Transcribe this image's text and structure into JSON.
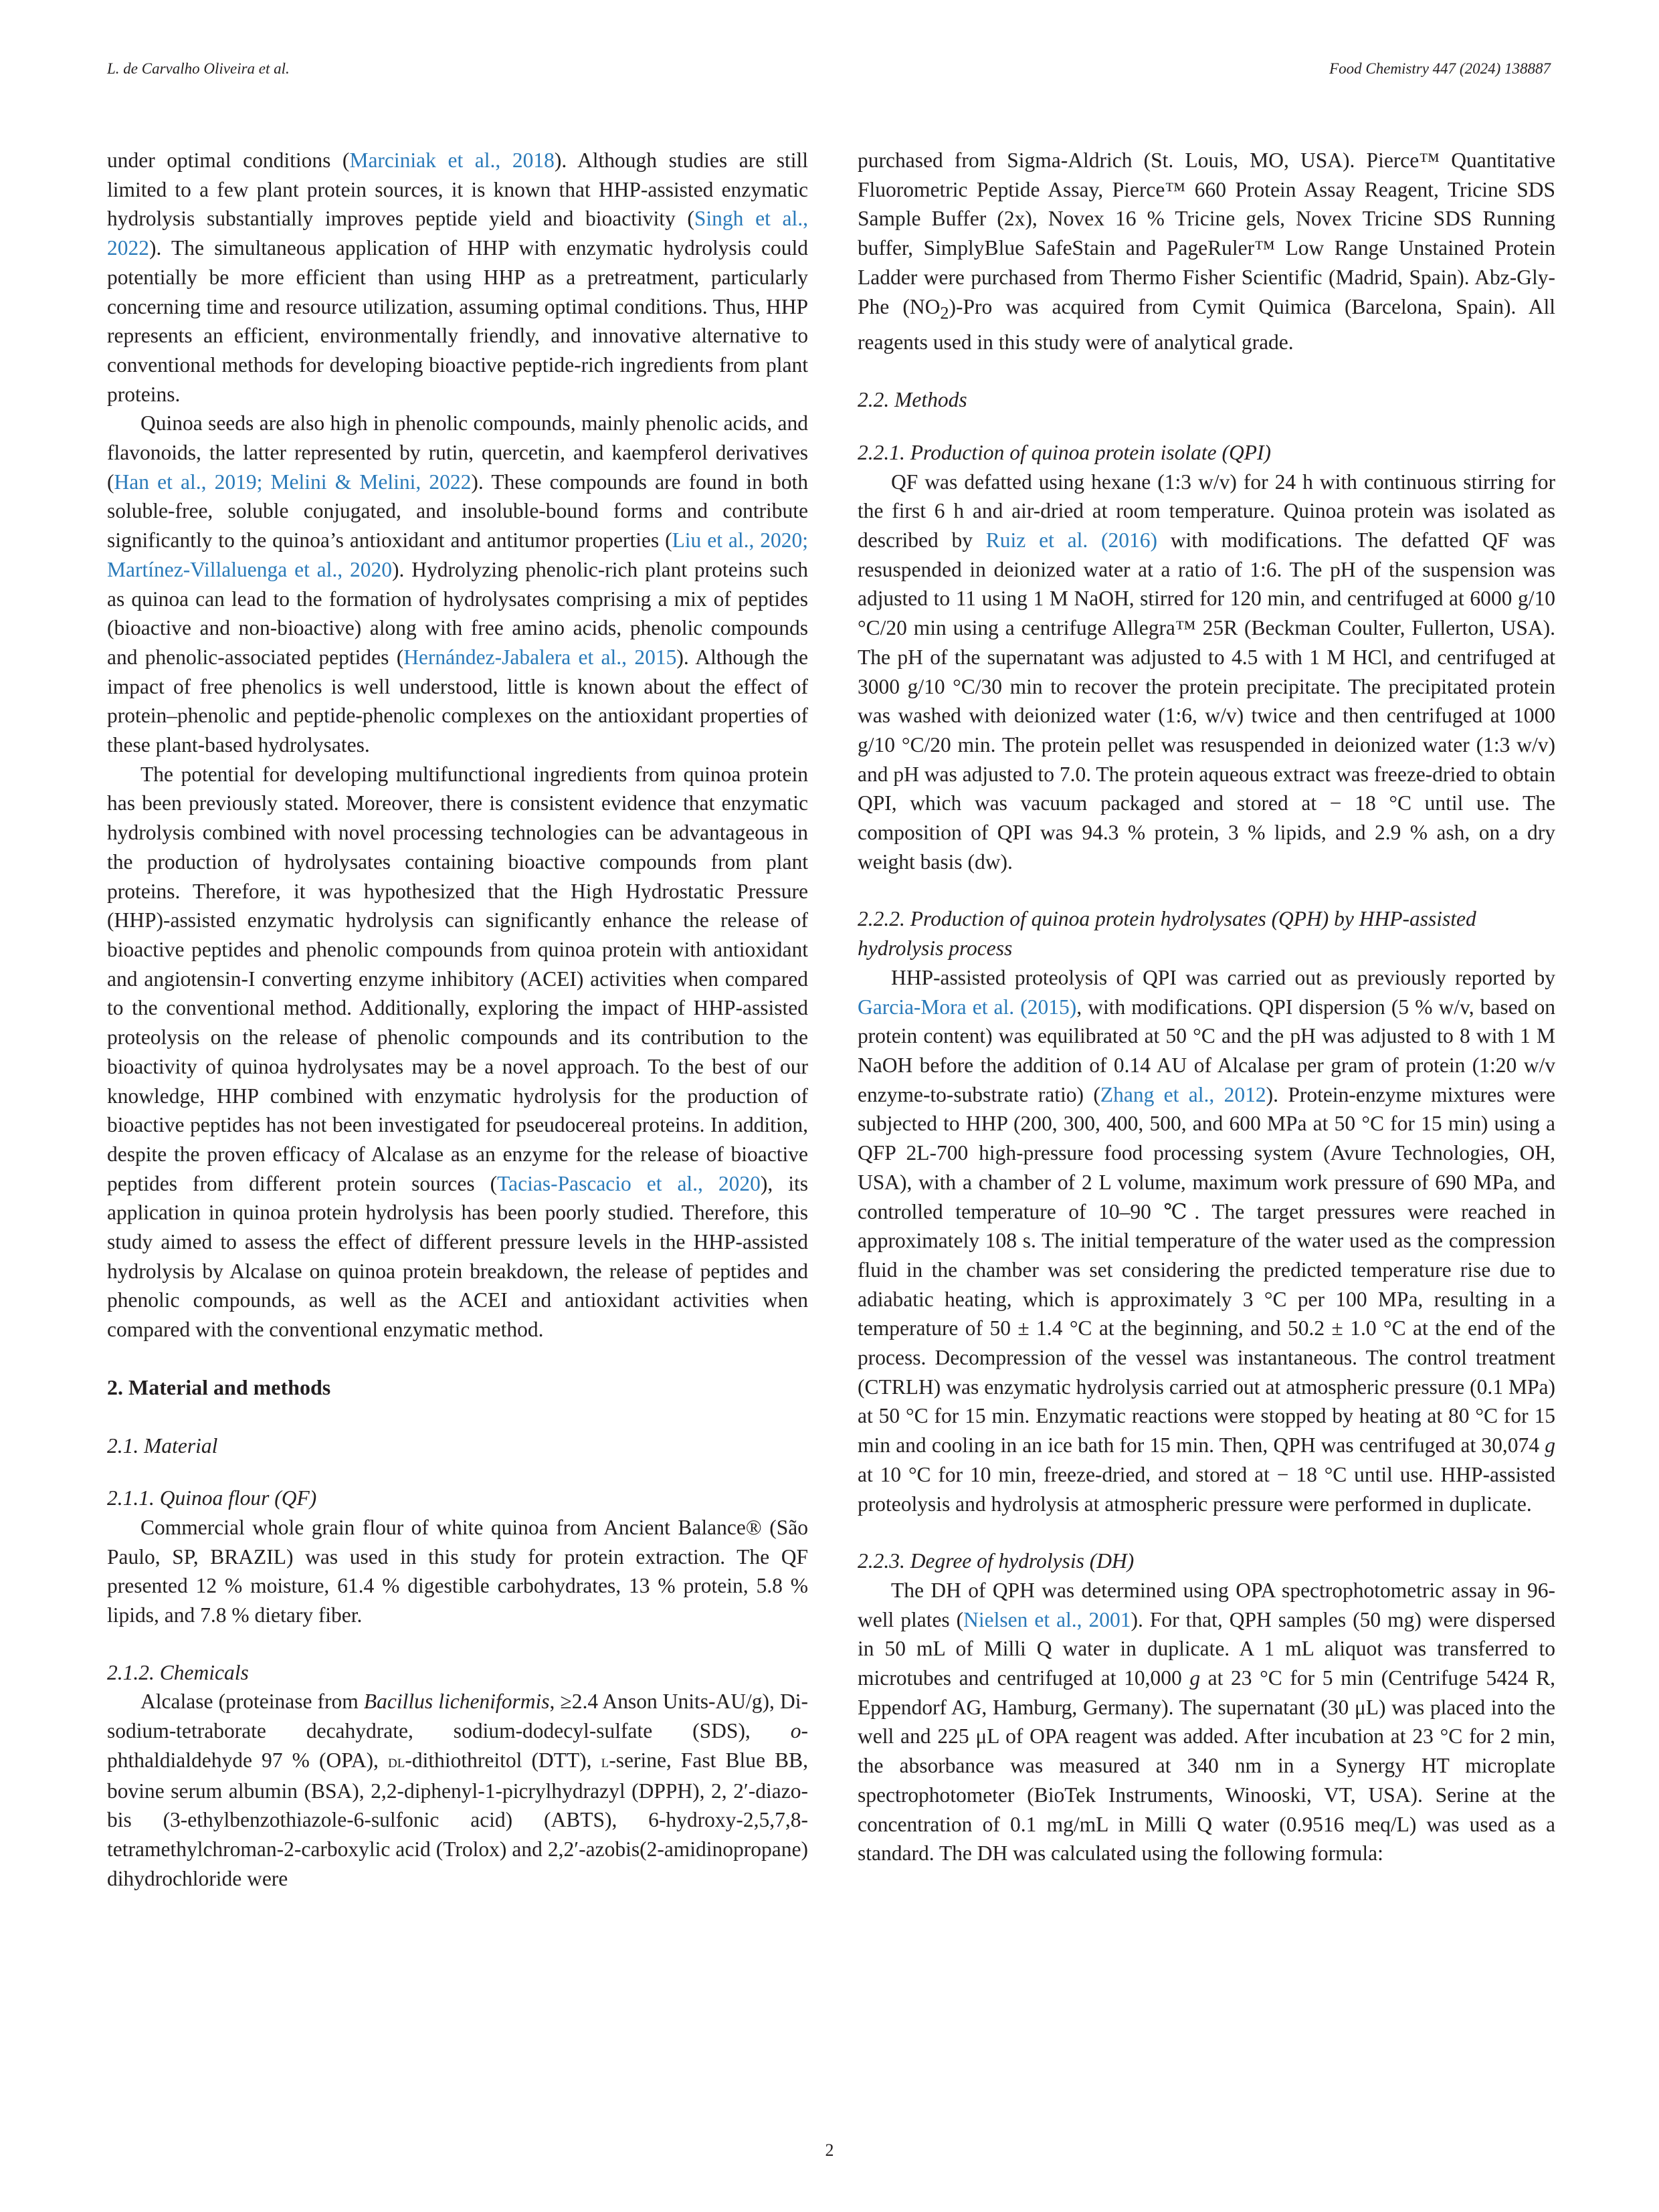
{
  "header": {
    "left": "L. de Carvalho Oliveira et al.",
    "right": "Food Chemistry 447 (2024) 138887"
  },
  "left_column": {
    "p1": {
      "t0": "under optimal conditions (",
      "c0": "Marciniak et al., 2018",
      "t1": "). Although studies are still limited to a few plant protein sources, it is known that HHP-assisted enzymatic hydrolysis substantially improves peptide yield and bioactivity (",
      "c1": "Singh et al., 2022",
      "t2": "). The simultaneous application of HHP with enzymatic hydrolysis could potentially be more efficient than using HHP as a pretreatment, particularly concerning time and resource utilization, assuming optimal conditions. Thus, HHP represents an efficient, environmentally friendly, and innovative alternative to conventional methods for developing bioactive peptide-rich ingredients from plant proteins."
    },
    "p2": {
      "t0": "Quinoa seeds are also high in phenolic compounds, mainly phenolic acids, and flavonoids, the latter represented by rutin, quercetin, and kaempferol derivatives (",
      "c0": "Han et al., 2019; Melini & Melini, 2022",
      "t1": "). These compounds are found in both soluble-free, soluble conjugated, and insoluble-bound forms and contribute significantly to the quinoa’s antioxidant and antitumor properties (",
      "c1": "Liu et al., 2020; Martínez-Villaluenga et al., 2020",
      "t2": "). Hydrolyzing phenolic-rich plant proteins such as quinoa can lead to the formation of hydrolysates comprising a mix of peptides (bioactive and non-bioactive) along with free amino acids, phenolic compounds and phenolic-associated peptides (",
      "c2": "Hernández-Jabalera et al., 2015",
      "t3": "). Although the impact of free phenolics is well understood, little is known about the effect of protein–phenolic and peptide-phenolic complexes on the antioxidant properties of these plant-based hydrolysates."
    },
    "p3": {
      "t0": "The potential for developing multifunctional ingredients from quinoa protein has been previously stated. Moreover, there is consistent evidence that enzymatic hydrolysis combined with novel processing technologies can be advantageous in the production of hydrolysates containing bioactive compounds from plant proteins. Therefore, it was hypothesized that the High Hydrostatic Pressure (HHP)-assisted enzymatic hydrolysis can significantly enhance the release of bioactive peptides and phenolic compounds from quinoa protein with antioxidant and angiotensin-I converting enzyme inhibitory (ACEI) activities when compared to the conventional method. Additionally, exploring the impact of HHP-assisted proteolysis on the release of phenolic compounds and its contribution to the bioactivity of quinoa hydrolysates may be a novel approach. To the best of our knowledge, HHP combined with enzymatic hydrolysis for the production of bioactive peptides has not been investigated for pseudocereal proteins. In addition, despite the proven efficacy of Alcalase as an enzyme for the release of bioactive peptides from different protein sources (",
      "c0": "Tacias-Pascacio et al., 2020",
      "t1": "), its application in quinoa protein hydrolysis has been poorly studied. Therefore, this study aimed to assess the effect of different pressure levels in the HHP-assisted hydrolysis by Alcalase on quinoa protein breakdown, the release of peptides and phenolic compounds, as well as the ACEI and antioxidant activities when compared with the conventional enzymatic method."
    },
    "sec2": "2.  Material and methods",
    "sec21": "2.1.  Material",
    "sec211": "2.1.1.  Quinoa flour (QF)",
    "p4": "Commercial whole grain flour of white quinoa from Ancient Balance® (São Paulo, SP, BRAZIL) was used in this study for protein extraction. The QF presented 12 % moisture, 61.4 % digestible carbohydrates, 13 % protein, 5.8 % lipids, and 7.8 % dietary fiber.",
    "sec212": "2.1.2.  Chemicals",
    "p5": {
      "t0": "Alcalase (proteinase from ",
      "i0": "Bacillus licheniformis",
      "t1": ", ≥2.4 Anson Units-AU/g), Di-sodium-tetraborate decahydrate, sodium-dodecyl-sulfate (SDS), ",
      "i1": "o",
      "t2": "-phthaldialdehyde 97 % (OPA), ",
      "sc0": "dl",
      "t3": "-dithiothreitol (DTT), ",
      "sc1": "l",
      "t4": "-serine, Fast Blue BB, bovine serum albumin (BSA), 2,2-diphenyl-1-picrylhydrazyl (DPPH), 2, 2′-diazo-bis (3-ethylbenzothiazole-6-sulfonic acid) (ABTS), 6-hydroxy-2,5,7,8-tetramethylchroman-2-carboxylic acid (Trolox) and 2,2′-azobis(2-amidinopropane) dihydrochloride were"
    }
  },
  "right_column": {
    "p1": {
      "t0": "purchased from Sigma-Aldrich (St. Louis, MO, USA). Pierce™ Quantitative Fluorometric Peptide Assay, Pierce™ 660 Protein Assay Reagent, Tricine SDS Sample Buffer (2x), Novex 16 % Tricine gels, Novex Tricine SDS Running buffer, SimplyBlue SafeStain and PageRuler™ Low Range Unstained Protein Ladder were purchased from Thermo Fisher Scientific (Madrid, Spain). Abz-Gly-Phe (NO",
      "sub0": "2",
      "t1": ")-Pro was acquired from Cymit Quimica (Barcelona, Spain). All reagents used in this study were of analytical grade."
    },
    "sec22": "2.2.  Methods",
    "sec221": "2.2.1.  Production of quinoa protein isolate (QPI)",
    "p2": {
      "t0": "QF was defatted using hexane (1:3 w/v) for 24 h with continuous stirring for the first 6 h and air-dried at room temperature. Quinoa protein was isolated as described by ",
      "c0": "Ruiz et al. (2016)",
      "t1": " with modifications. The defatted QF was resuspended in deionized water at a ratio of 1:6. The pH of the suspension was adjusted to 11 using 1 M NaOH, stirred for 120 min, and centrifuged at 6000 g/10 °C/20 min using a centrifuge Allegra™ 25R (Beckman Coulter, Fullerton, USA). The pH of the supernatant was adjusted to 4.5 with 1 M HCl, and centrifuged at 3000 g/10 °C/30 min to recover the protein precipitate. The precipitated protein was washed with deionized water (1:6, w/v) twice and then centrifuged at 1000 g/10 °C/20 min. The protein pellet was resuspended in deionized water (1:3 w/v) and pH was adjusted to 7.0. The protein aqueous extract was freeze-dried to obtain QPI, which was vacuum packaged and stored at − 18 °C until use. The composition of QPI was 94.3 % protein, 3 % lipids, and 2.9 % ash, on a dry weight basis (dw)."
    },
    "sec222": "2.2.2.  Production of quinoa protein hydrolysates (QPH) by HHP-assisted hydrolysis process",
    "p3": {
      "t0": "HHP-assisted proteolysis of QPI was carried out as previously reported by ",
      "c0": "Garcia-Mora et al. (2015)",
      "t1": ", with modifications. QPI dispersion (5 % w/v, based on protein content) was equilibrated at 50 °C and the pH was adjusted to 8 with 1 M NaOH before the addition of 0.14 AU of Alcalase per gram of protein (1:20 w/v enzyme-to-substrate ratio) (",
      "c1": "Zhang et al., 2012",
      "t2": "). Protein-enzyme mixtures were subjected to HHP (200, 300, 400, 500, and 600 MPa at 50 °C for 15 min) using a QFP 2L-700 high-pressure food processing system (Avure Technologies, OH, USA), with a chamber of 2 L volume, maximum work pressure of 690 MPa, and controlled temperature of 10–90 ℃. The target pressures were reached in approximately 108 s. The initial temperature of the water used as the compression fluid in the chamber was set considering the predicted temperature rise due to adiabatic heating, which is approximately 3 °C per 100 MPa, resulting in a temperature of 50 ± 1.4 °C at the beginning, and 50.2 ± 1.0 °C at the end of the process. Decompression of the vessel was instantaneous. The control treatment (CTRLH) was enzymatic hydrolysis carried out at atmospheric pressure (0.1 MPa) at 50 °C for 15 min. Enzymatic reactions were stopped by heating at 80 °C for 15 min and cooling in an ice bath for 15 min. Then, QPH was centrifuged at 30,074 ",
      "i0": "g",
      "t3": " at 10 °C for 10 min, freeze-dried, and stored at − 18 °C until use. HHP-assisted proteolysis and hydrolysis at atmospheric pressure were performed in duplicate."
    },
    "sec223": "2.2.3.  Degree of hydrolysis (DH)",
    "p4": {
      "t0": "The DH of QPH was determined using OPA spectrophotometric assay in 96-well plates (",
      "c0": "Nielsen et al., 2001",
      "t1": "). For that, QPH samples (50 mg) were dispersed in 50 mL of Milli Q water in duplicate. A 1 mL aliquot was transferred to microtubes and centrifuged at 10,000 ",
      "i0": "g",
      "t2": " at 23 °C for 5 min (Centrifuge 5424 R, Eppendorf AG, Hamburg, Germany). The supernatant (30 μL) was placed into the well and 225 μL of OPA reagent was added. After incubation at 23 °C for 2 min, the absorbance was measured at 340 nm in a Synergy HT microplate spectrophotometer (BioTek Instruments, Winooski, VT, USA). Serine at the concentration of 0.1 mg/mL in Milli Q water (0.9516 meq/L) was used as a standard. The DH was calculated using the following formula:"
    }
  },
  "page_number": "2",
  "colors": {
    "text": "#231f20",
    "link": "#2a7ab9"
  }
}
